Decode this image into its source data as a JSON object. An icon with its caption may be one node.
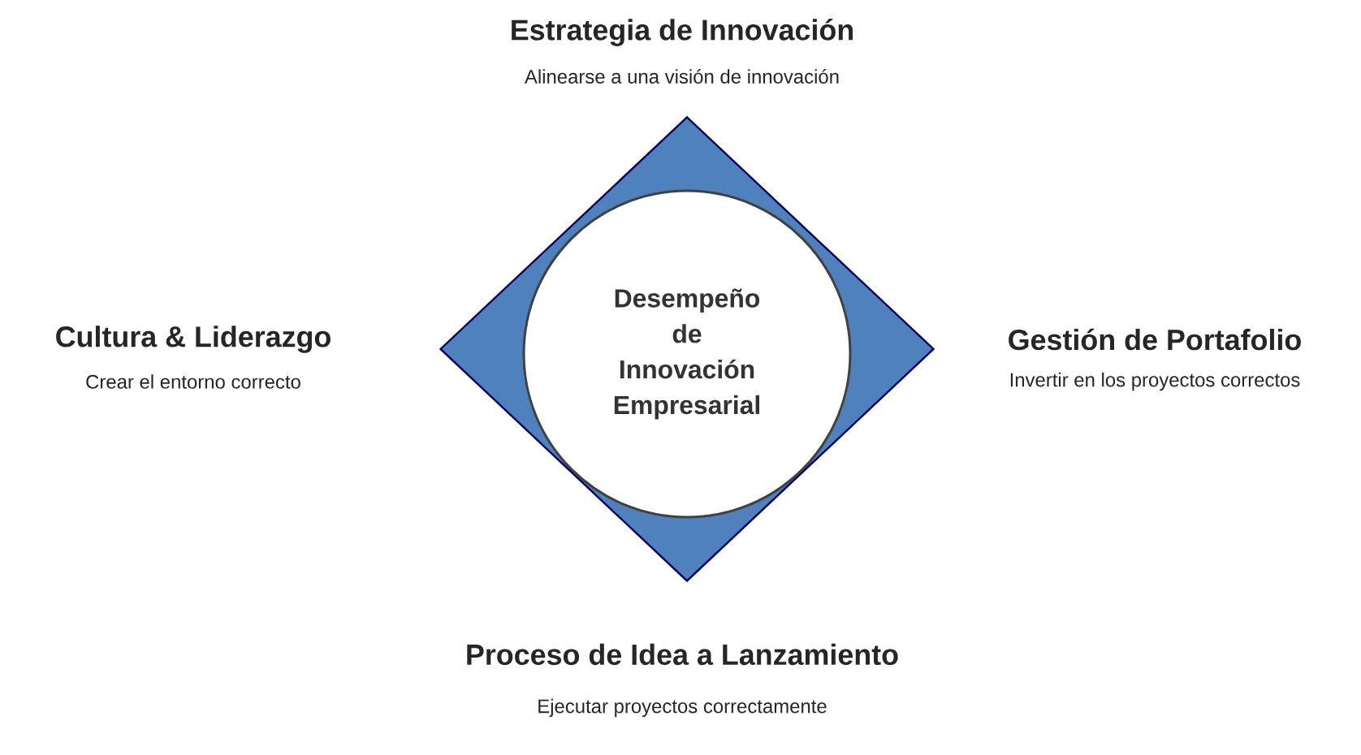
{
  "diagram": {
    "nodes": [
      {
        "text": [],
        "shape": "diamond"
      },
      {
        "text": [
          "Desempeño de Innovación Empresarial"
        ],
        "in": 0
      }
    ],
    "labels": [
      "Estrategia de Innovación",
      "Alinearse a una visión de innovación",
      "Cultura & Liderazgo",
      "Crear el entorno correcto",
      "Gestión de Portafolio",
      "Invertir en los proyectos correctos",
      "Proceso de Idea a Lanzamiento",
      "Ejecutar proyectos correctamente"
    ]
  }
}
